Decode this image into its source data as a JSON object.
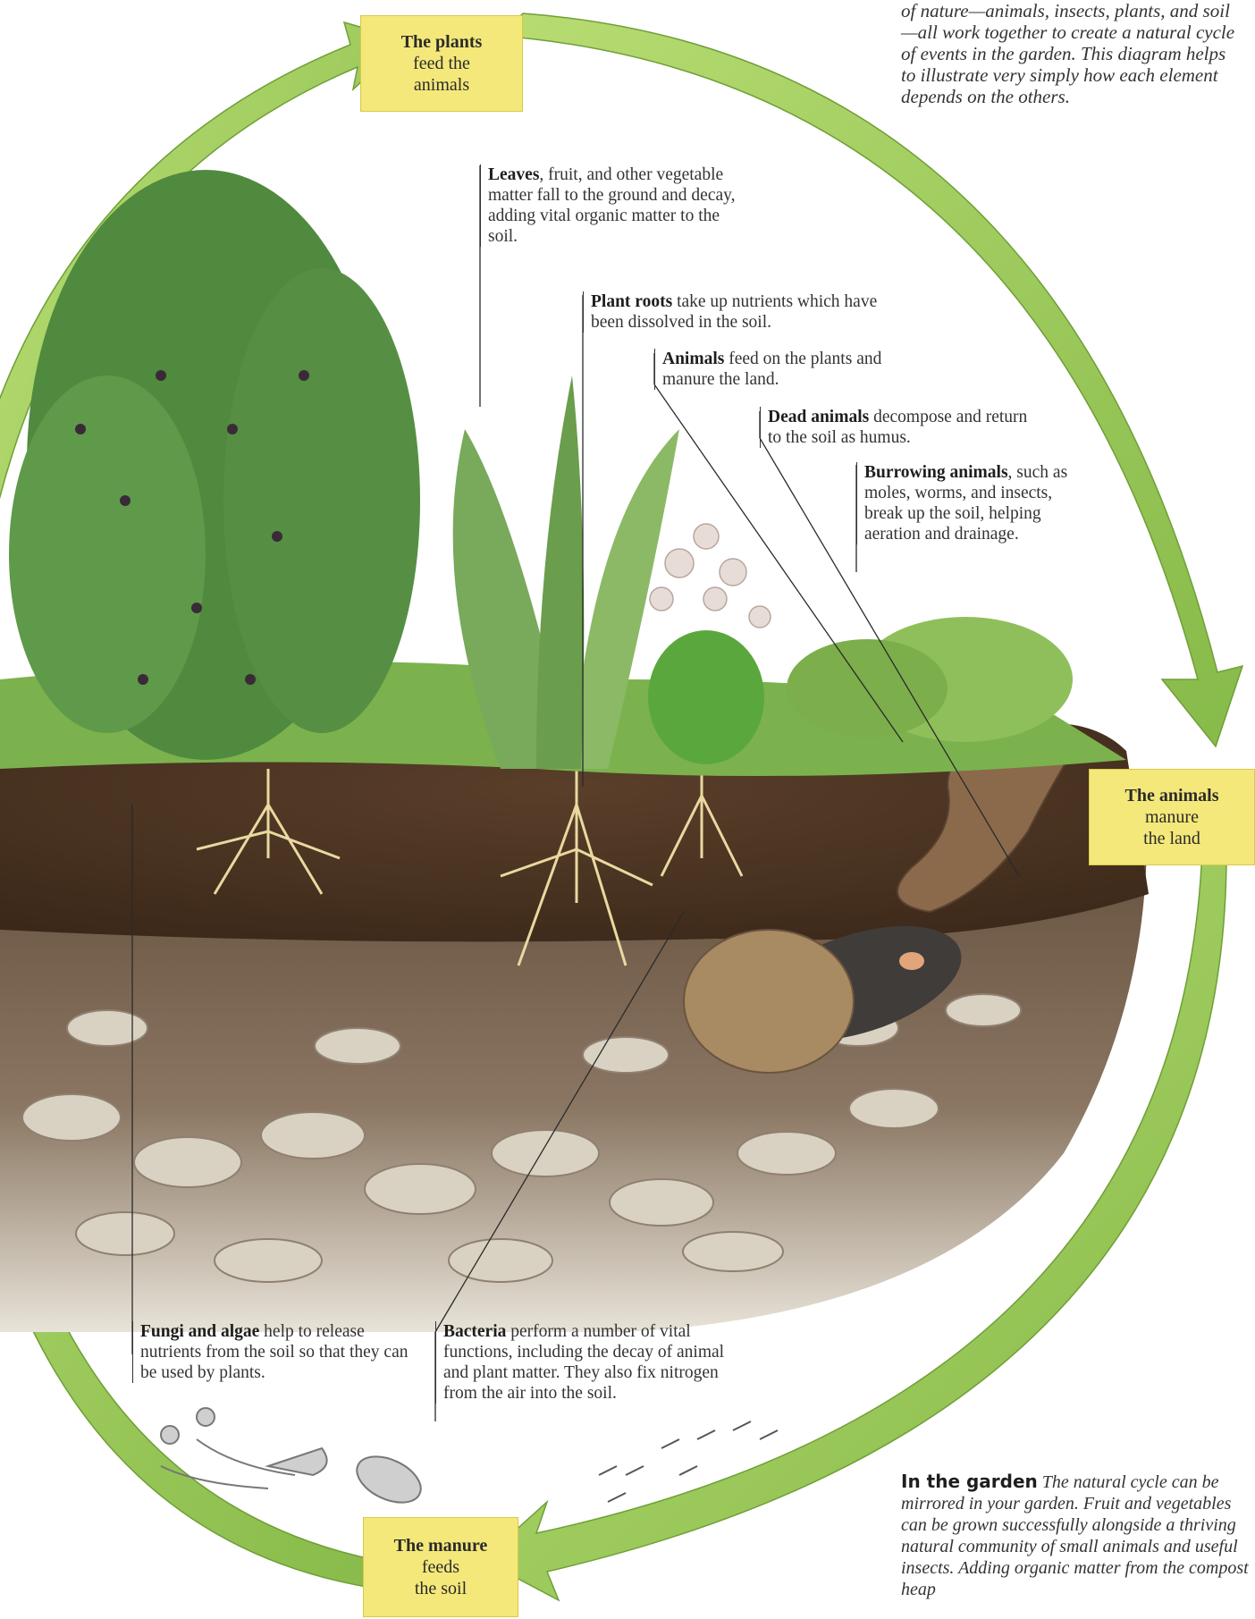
{
  "intro_text": "of nature—animals, insects, plants, and soil—all work together to create a natural cycle of events in the garden. This diagram helps to illustrate very simply how each element depends on the others.",
  "cycle": {
    "plants": {
      "title": "The plants",
      "line1": "feed the",
      "line2": "animals"
    },
    "animals": {
      "title": "The animals",
      "line1": "manure",
      "line2": "the land"
    },
    "manure": {
      "title": "The manure",
      "line1": "feeds",
      "line2": "the soil"
    }
  },
  "annotations": {
    "leaves": {
      "lead": "Leaves",
      "text": ", fruit, and other vegetable matter fall to the ground and decay, adding vital organic matter to the soil."
    },
    "roots": {
      "lead": "Plant roots",
      "text": " take up nutrients which have been dissolved in the soil."
    },
    "animals": {
      "lead": "Animals",
      "text": " feed on the plants and manure the land."
    },
    "dead": {
      "lead": "Dead animals",
      "text": " decompose and return to the soil as humus."
    },
    "burrowing": {
      "lead": "Burrowing animals",
      "text": ", such as moles, worms, and insects, break up the soil, helping aeration and drainage."
    },
    "fungi": {
      "lead": "Fungi and algae",
      "text": " help to release nutrients from the soil so that they can be used by plants."
    },
    "bacteria": {
      "lead": "Bacteria",
      "text": " perform a number of vital functions, including the decay of animal and plant matter. They also fix nitrogen from the air into the soil."
    }
  },
  "garden": {
    "title": "In the garden",
    "text": "The natural cycle can be mirrored in your garden. Fruit and vegetables can be grown successfully alongside a thriving natural community of small animals and useful insects. Adding organic matter from the compost heap"
  },
  "colors": {
    "arrow": "#9ccc57",
    "arrow_edge": "#6f9f37",
    "box": "#f4e87a",
    "soil": "#4a3424",
    "subsoil": "#6b5544",
    "rock": "#d8d2c4",
    "foliage": "#4e8a3c",
    "mole": "#3a3838"
  }
}
